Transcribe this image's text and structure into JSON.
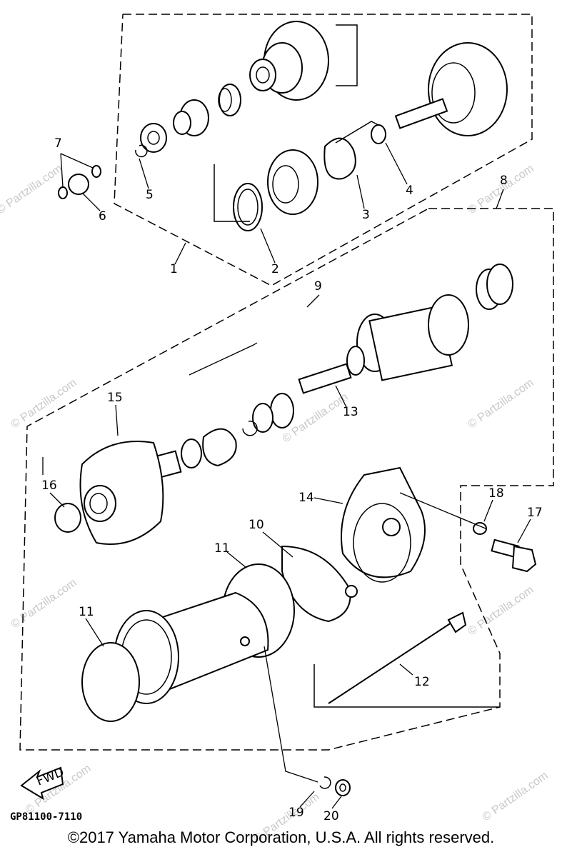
{
  "diagram": {
    "callouts": [
      "1",
      "2",
      "3",
      "4",
      "5",
      "6",
      "7",
      "8",
      "9",
      "10",
      "11",
      "11",
      "12",
      "13",
      "14",
      "15",
      "16",
      "17",
      "18",
      "19",
      "20"
    ],
    "fwd_label": "FWD",
    "drawing_code": "GP81100-7110",
    "watermark": "© Partzilla.com"
  },
  "footer": {
    "copyright": "©2017  Yamaha Motor Corporation, U.S.A. All rights reserved."
  }
}
